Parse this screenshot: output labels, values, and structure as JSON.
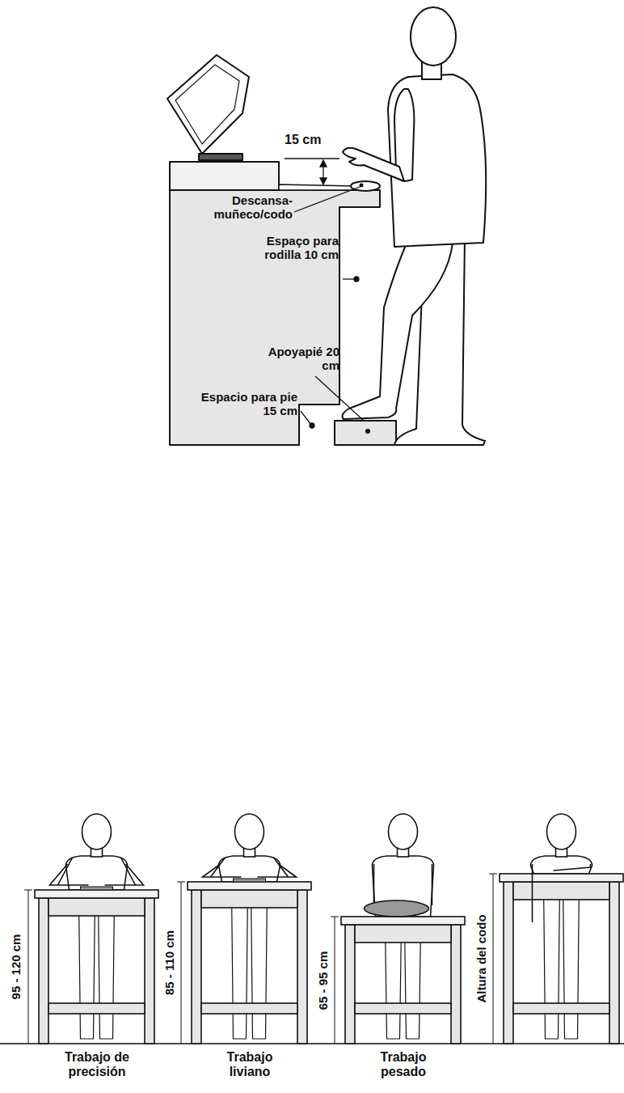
{
  "diagram": {
    "labels": [
      "15 cm",
      "Descansa- muñeco/codo",
      "Espaço para rodilla 10 cm",
      "Apoyapié 20 cm",
      "Espacio para pie 15 cm",
      "95 - 120 cm",
      "85 - 110 cm",
      "65 - 95 cm",
      "Altura del codo",
      "Trabajo de precisión",
      "Trabajo liviano",
      "Trabajo pesado"
    ]
  }
}
